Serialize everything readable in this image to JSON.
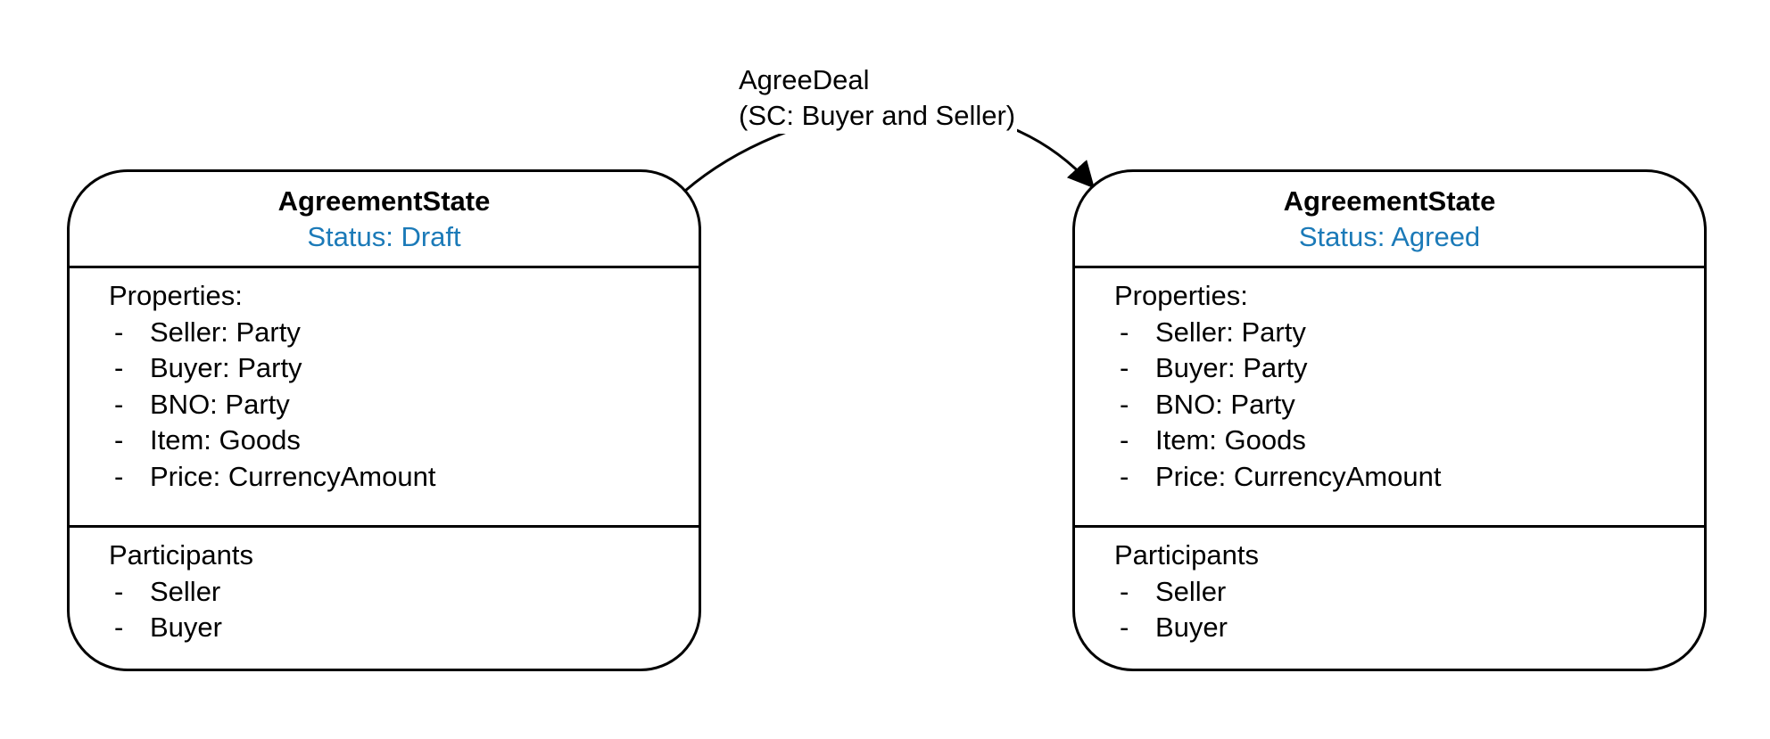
{
  "transition": {
    "name": "AgreeDeal",
    "condition": "(SC: Buyer and Seller)"
  },
  "states": [
    {
      "name": "AgreementState",
      "status": "Status: Draft",
      "properties_title": "Properties:",
      "properties": [
        "Seller: Party",
        "Buyer: Party",
        "BNO: Party",
        "Item: Goods",
        "Price: CurrencyAmount"
      ],
      "participants_title": "Participants",
      "participants": [
        "Seller",
        "Buyer"
      ]
    },
    {
      "name": "AgreementState",
      "status": "Status: Agreed",
      "properties_title": "Properties:",
      "properties": [
        "Seller: Party",
        "Buyer: Party",
        "BNO: Party",
        "Item: Goods",
        "Price: CurrencyAmount"
      ],
      "participants_title": "Participants",
      "participants": [
        "Seller",
        "Buyer"
      ]
    }
  ],
  "bullet": "-",
  "colors": {
    "status": "#1b7ab8",
    "stroke": "#000000"
  }
}
